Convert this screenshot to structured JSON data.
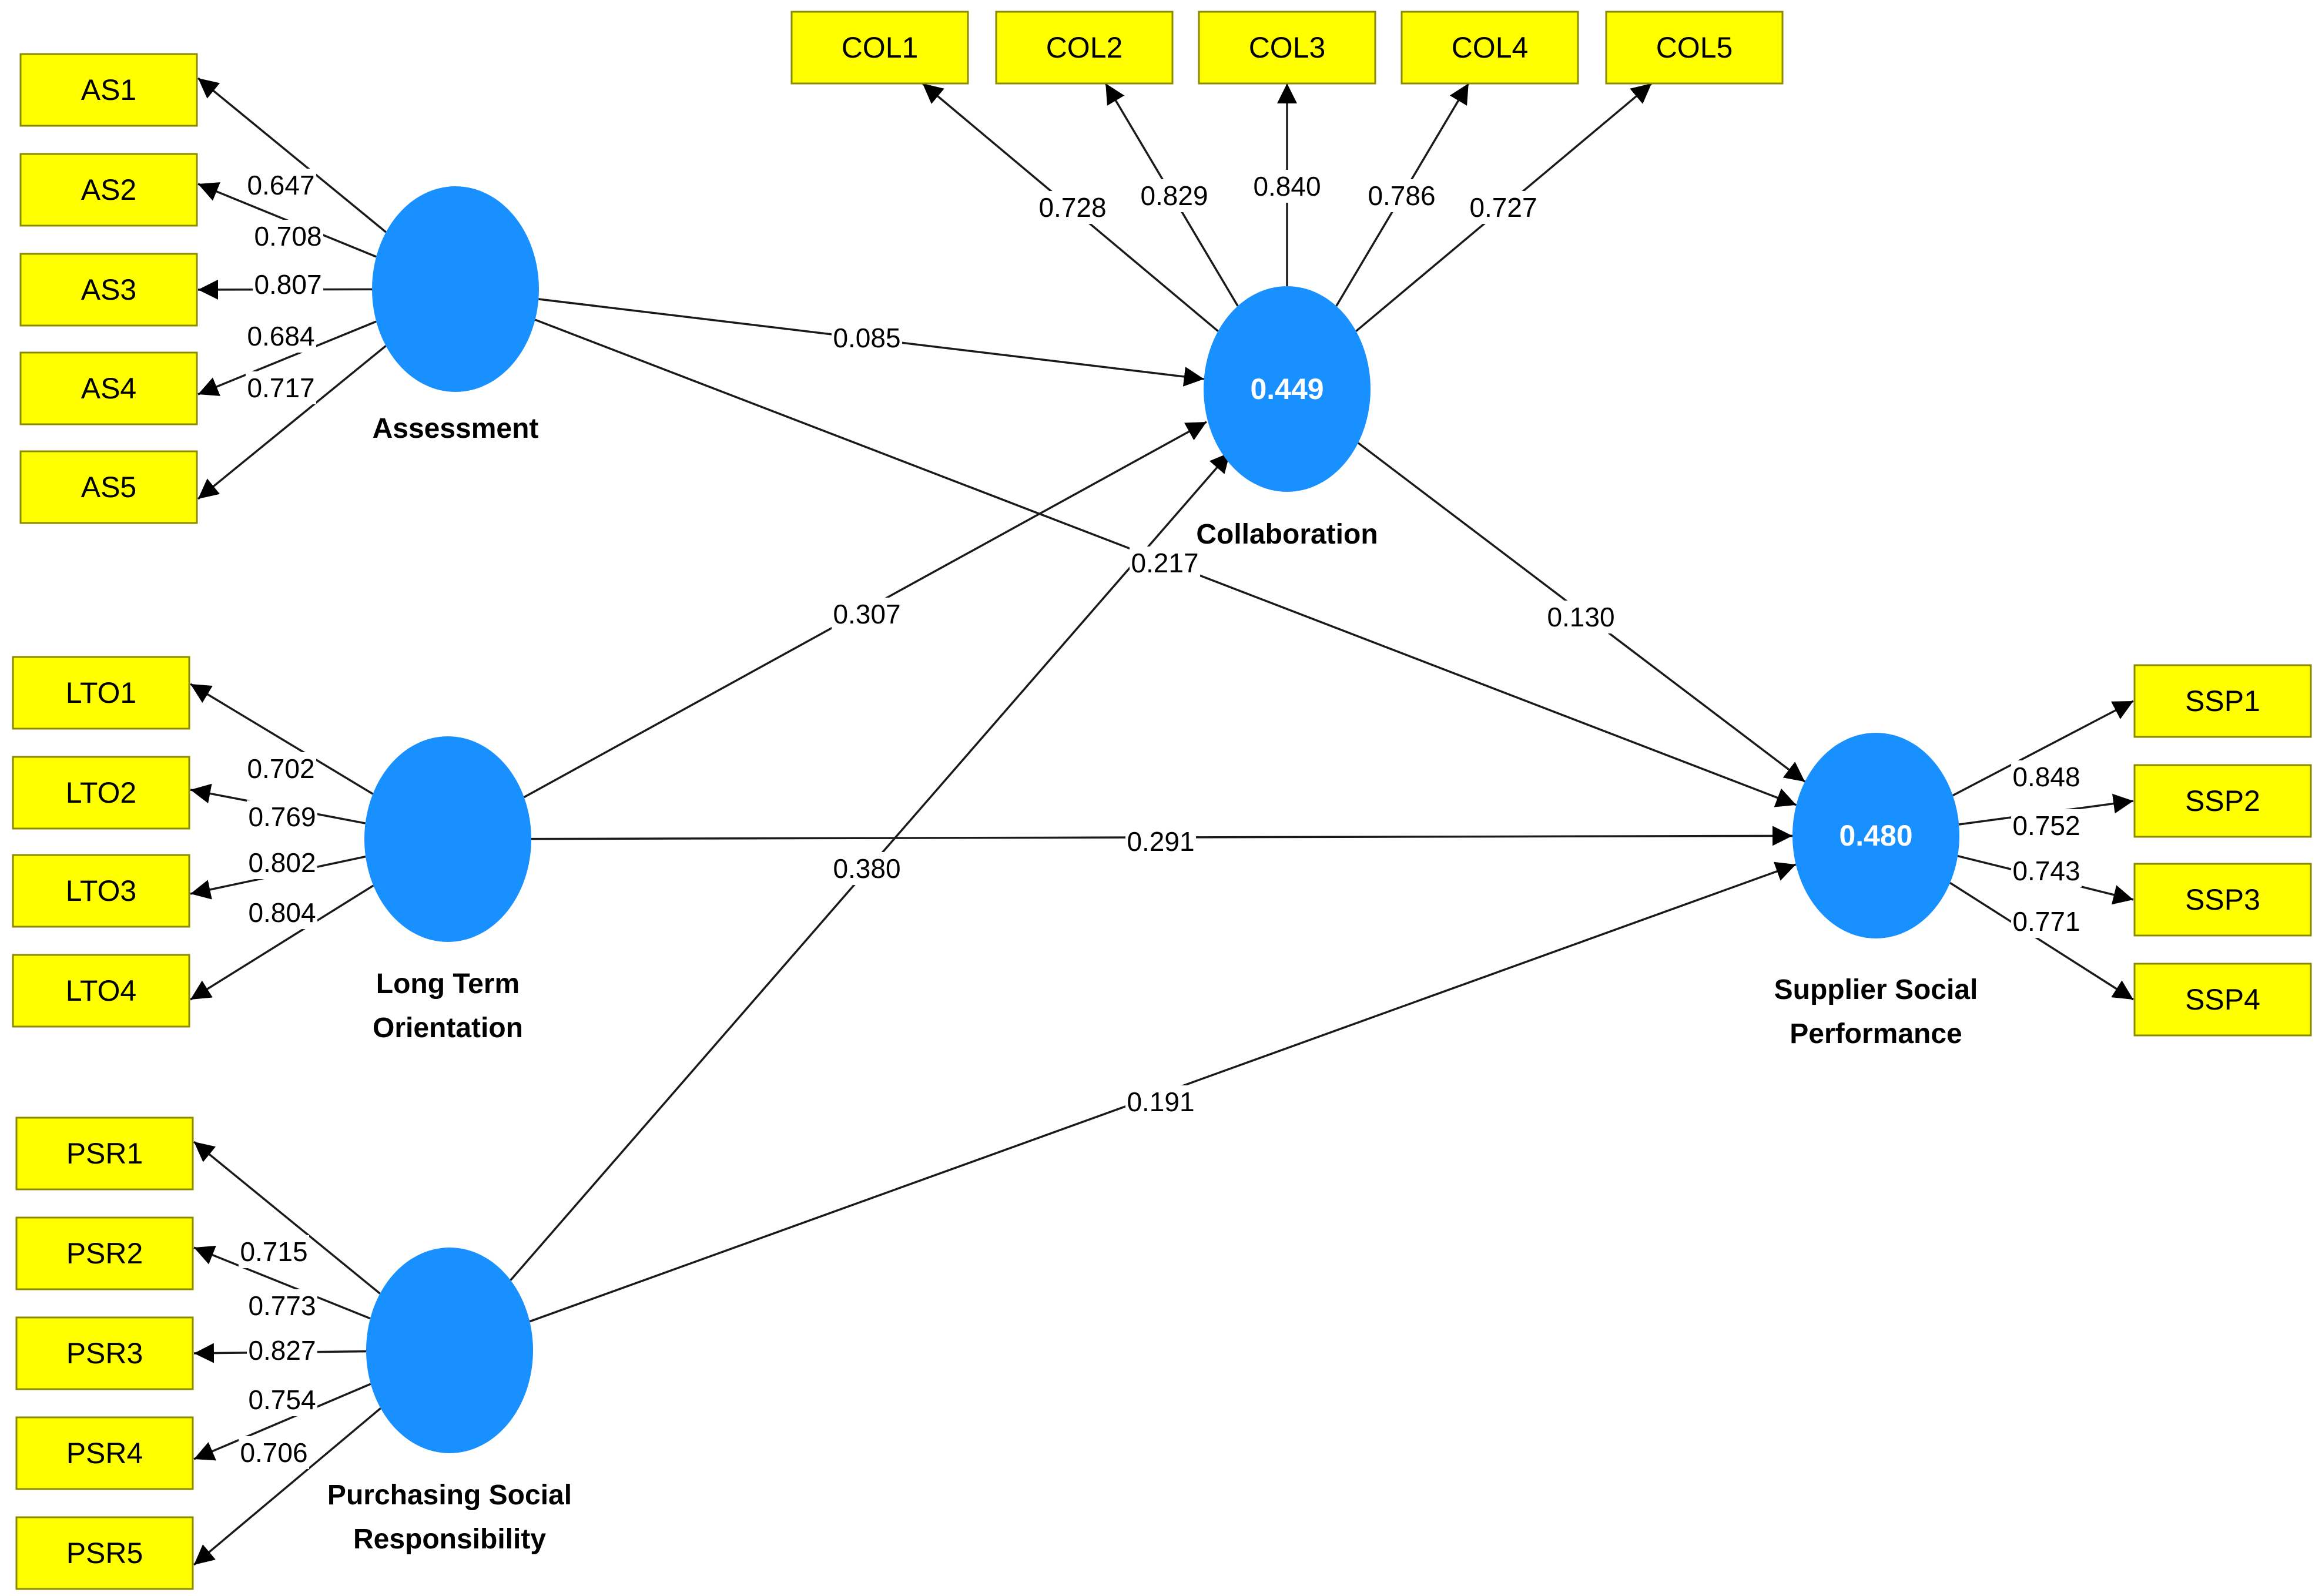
{
  "constructs": [
    {
      "id": "AS",
      "name": [
        "Assessment"
      ],
      "r2": ""
    },
    {
      "id": "LTO",
      "name": [
        "Long Term",
        "Orientation"
      ],
      "r2": ""
    },
    {
      "id": "PSR",
      "name": [
        "Purchasing Social",
        "Responsibility"
      ],
      "r2": ""
    },
    {
      "id": "COL",
      "name": [
        "Collaboration"
      ],
      "r2": "0.449"
    },
    {
      "id": "SSP",
      "name": [
        "Supplier Social",
        "Performance"
      ],
      "r2": "0.480"
    }
  ],
  "indicators": {
    "AS": [
      {
        "label": "AS1",
        "loading": "0.647"
      },
      {
        "label": "AS2",
        "loading": "0.708"
      },
      {
        "label": "AS3",
        "loading": "0.807"
      },
      {
        "label": "AS4",
        "loading": "0.684"
      },
      {
        "label": "AS5",
        "loading": "0.717"
      }
    ],
    "LTO": [
      {
        "label": "LTO1",
        "loading": "0.702"
      },
      {
        "label": "LTO2",
        "loading": "0.769"
      },
      {
        "label": "LTO3",
        "loading": "0.802"
      },
      {
        "label": "LTO4",
        "loading": "0.804"
      }
    ],
    "PSR": [
      {
        "label": "PSR1",
        "loading": "0.715"
      },
      {
        "label": "PSR2",
        "loading": "0.773"
      },
      {
        "label": "PSR3",
        "loading": "0.827"
      },
      {
        "label": "PSR4",
        "loading": "0.754"
      },
      {
        "label": "PSR5",
        "loading": "0.706"
      }
    ],
    "COL": [
      {
        "label": "COL1",
        "loading": "0.728"
      },
      {
        "label": "COL2",
        "loading": "0.829"
      },
      {
        "label": "COL3",
        "loading": "0.840"
      },
      {
        "label": "COL4",
        "loading": "0.786"
      },
      {
        "label": "COL5",
        "loading": "0.727"
      }
    ],
    "SSP": [
      {
        "label": "SSP1",
        "loading": "0.848"
      },
      {
        "label": "SSP2",
        "loading": "0.752"
      },
      {
        "label": "SSP3",
        "loading": "0.743"
      },
      {
        "label": "SSP4",
        "loading": "0.771"
      }
    ]
  },
  "paths": [
    {
      "from": "AS",
      "to": "COL",
      "coef": "0.085"
    },
    {
      "from": "AS",
      "to": "SSP",
      "coef": "0.217"
    },
    {
      "from": "LTO",
      "to": "COL",
      "coef": "0.307"
    },
    {
      "from": "LTO",
      "to": "SSP",
      "coef": "0.291"
    },
    {
      "from": "PSR",
      "to": "COL",
      "coef": "0.380"
    },
    {
      "from": "PSR",
      "to": "SSP",
      "coef": "0.191"
    },
    {
      "from": "COL",
      "to": "SSP",
      "coef": "0.130"
    }
  ],
  "colors": {
    "indicator_fill": "#ffff00",
    "construct_fill": "#1890ff",
    "line": "#1a1a1a"
  }
}
